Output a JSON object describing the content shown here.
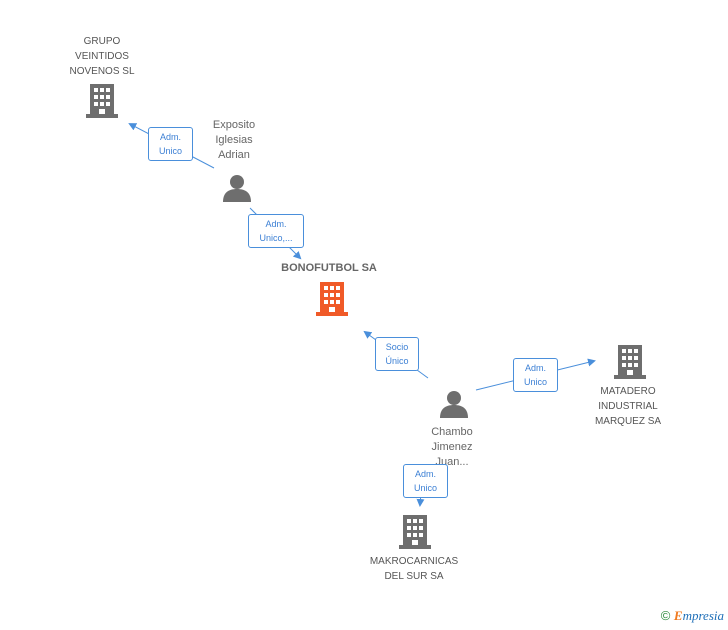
{
  "nodes": {
    "grupo": {
      "label": "GRUPO\nVEINTIDOS\nNOVENOS  SL"
    },
    "exposito": {
      "label": "Exposito\nIglesias\nAdrian"
    },
    "bonofutbol": {
      "label": "BONOFUTBOL SA"
    },
    "chambo": {
      "label": "Chambo\nJimenez\nJuan..."
    },
    "matadero": {
      "label": "MATADERO\nINDUSTRIAL\nMARQUEZ SA"
    },
    "makrocarnicas": {
      "label": "MAKROCARNICAS\nDEL SUR SA"
    }
  },
  "edges": {
    "exposito_grupo": {
      "label": "Adm.\nUnico"
    },
    "exposito_bonofutbol": {
      "label": "Adm.\nUnico,..."
    },
    "chambo_bonofutbol": {
      "label": "Socio\nÚnico"
    },
    "chambo_matadero": {
      "label": "Adm.\nUnico"
    },
    "chambo_makrocarnicas": {
      "label": "Adm.\nUnico"
    }
  },
  "colors": {
    "company": "#6e6e6e",
    "main_company": "#f05a28",
    "person": "#6e6e6e",
    "edge": "#4a8fdb"
  },
  "footer": {
    "copyright": "©",
    "brand_first": "E",
    "brand_rest": "mpresia"
  }
}
